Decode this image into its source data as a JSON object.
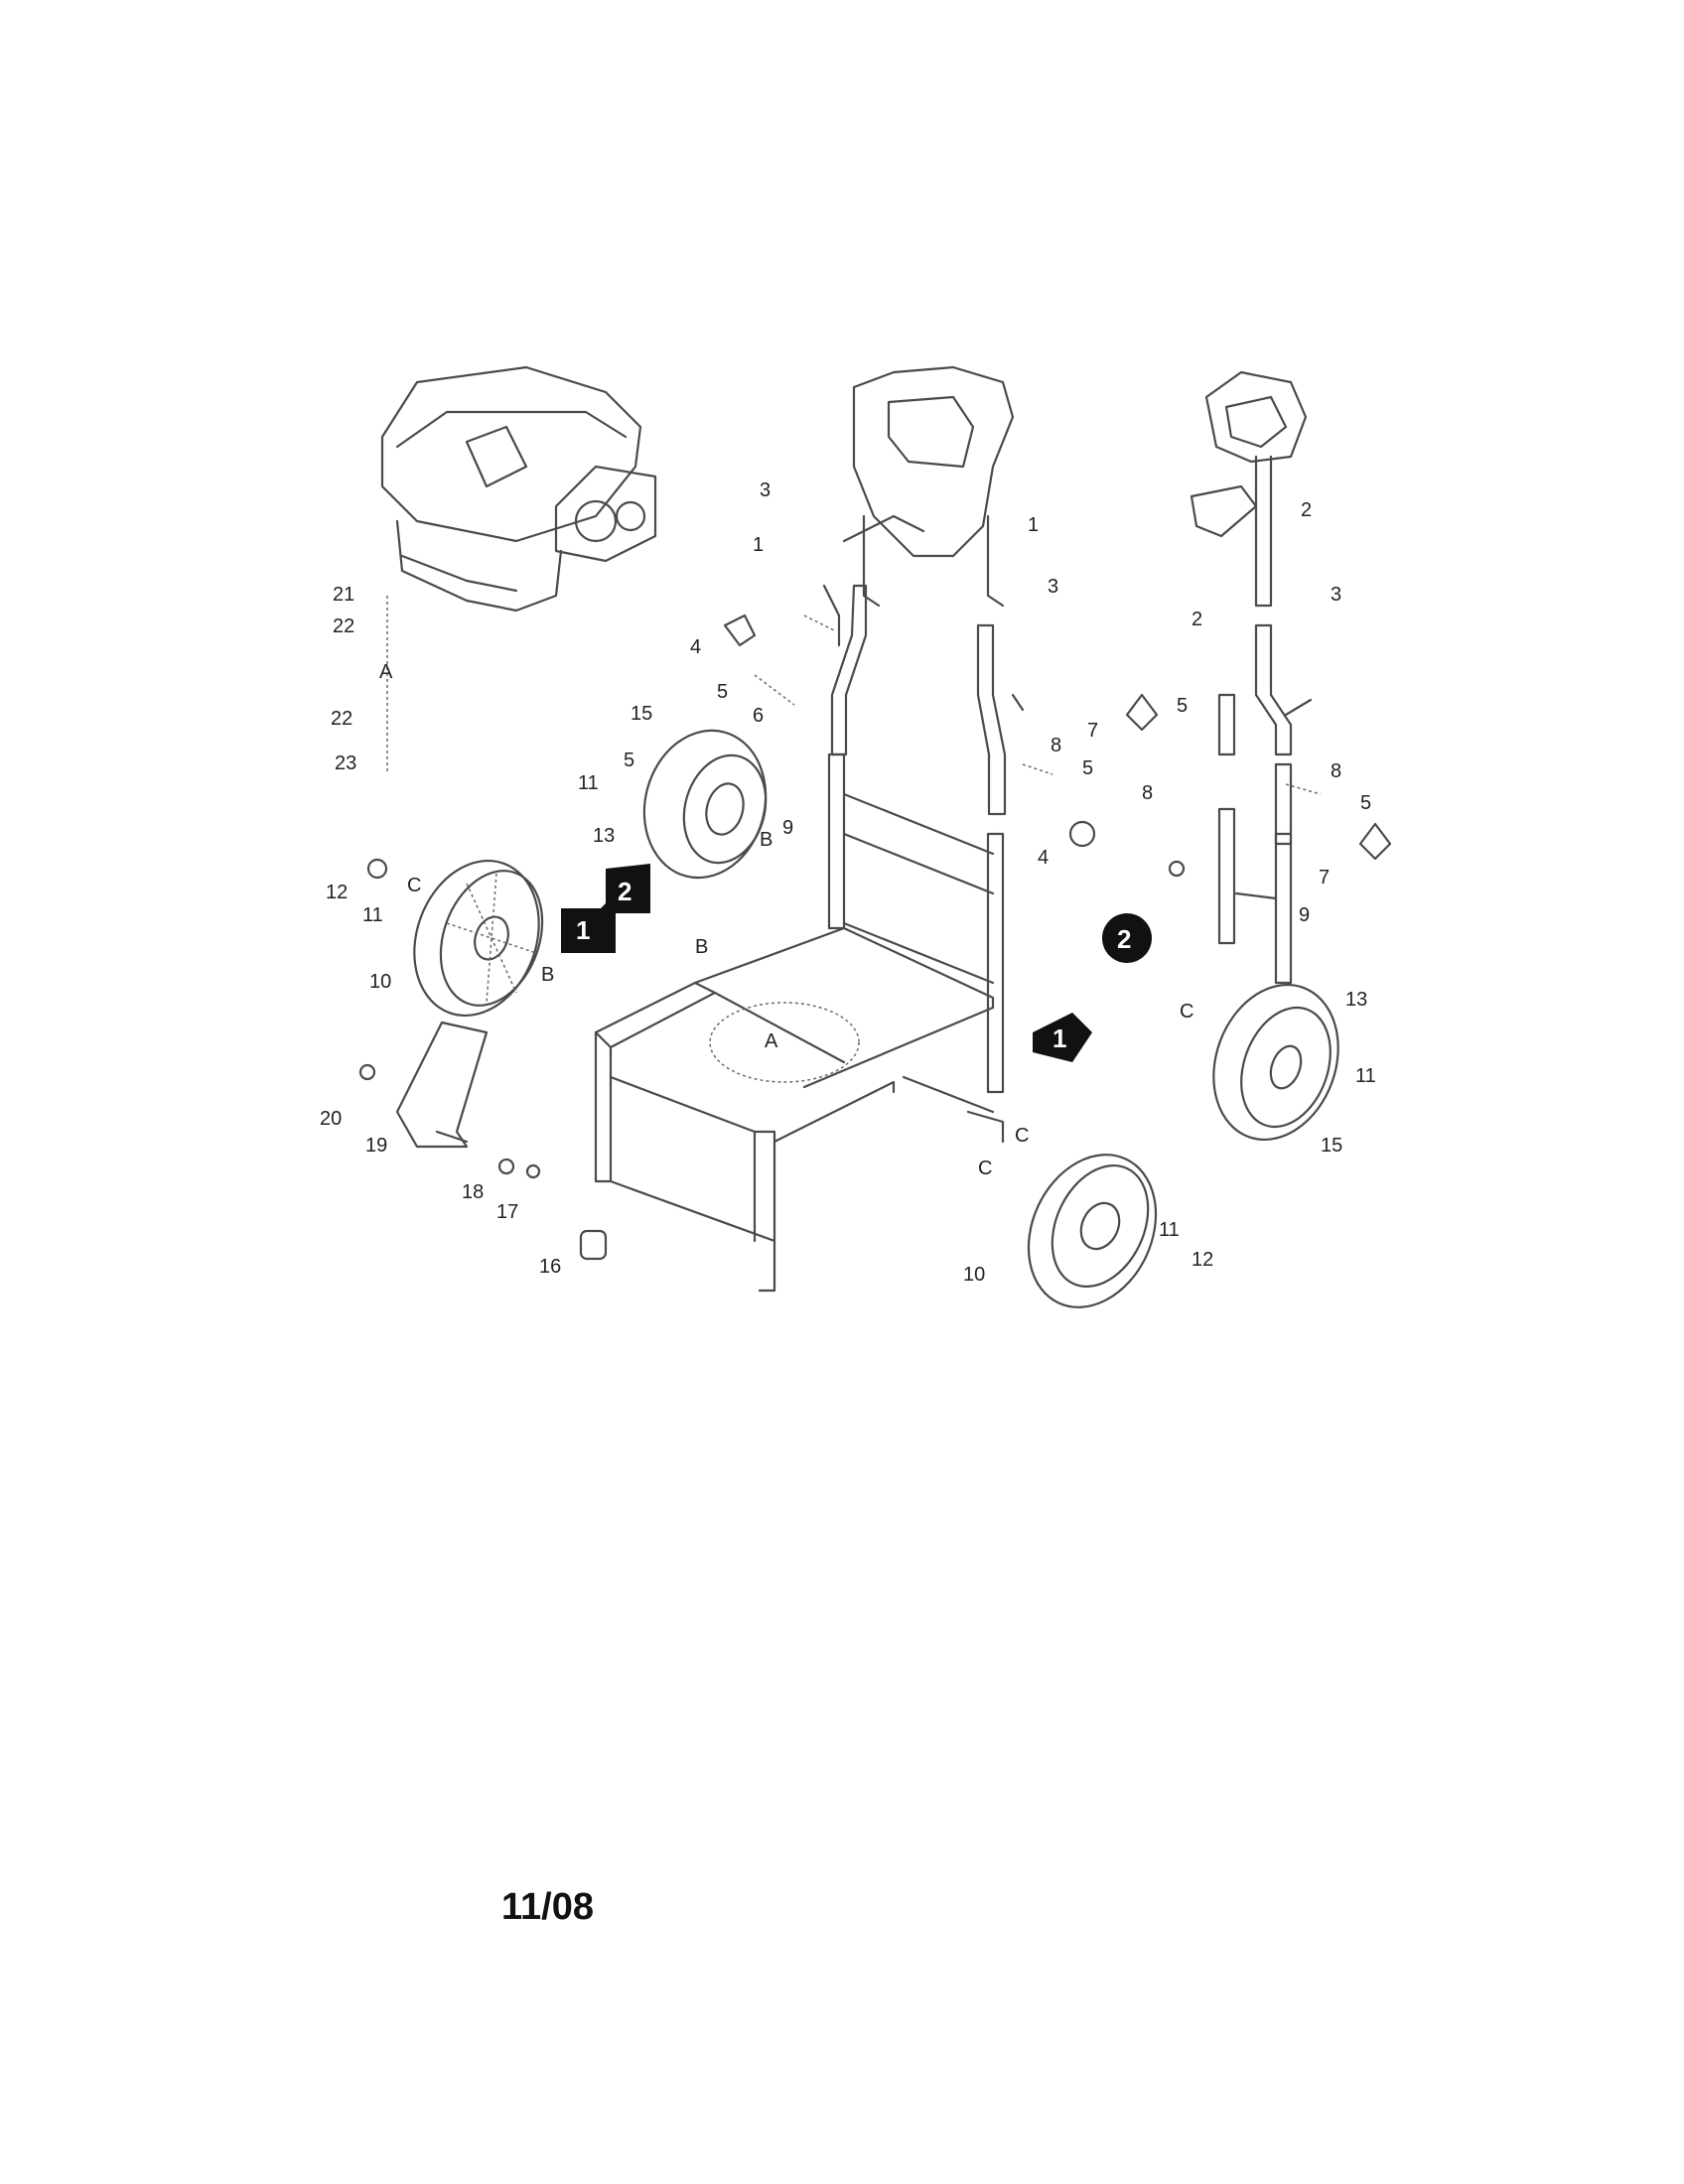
{
  "footer": {
    "date": "11/08"
  },
  "callouts": {
    "engine": [
      "21",
      "22",
      "A",
      "22",
      "23"
    ],
    "handle_left": [
      "3",
      "1",
      "1",
      "3"
    ],
    "handle_right": [
      "2",
      "3",
      "2"
    ],
    "hardware_center": [
      "4",
      "5",
      "6",
      "7",
      "8",
      "5",
      "4"
    ],
    "hardware_right": [
      "5",
      "8",
      "8",
      "5",
      "7",
      "9"
    ],
    "wheel_upper_left": [
      "15",
      "11",
      "5",
      "13",
      "9",
      "B"
    ],
    "wheel_left": [
      "12",
      "11",
      "C",
      "10",
      "B"
    ],
    "frame": [
      "B",
      "A"
    ],
    "foot": [
      "20",
      "19",
      "18",
      "17",
      "16"
    ],
    "wheel_bottom": [
      "C",
      "C",
      "10",
      "11",
      "12"
    ],
    "wheel_right": [
      "C",
      "13",
      "11",
      "15"
    ]
  },
  "steps": {
    "left_1": "1",
    "left_2": "2",
    "right_1": "1",
    "right_2": "2"
  }
}
